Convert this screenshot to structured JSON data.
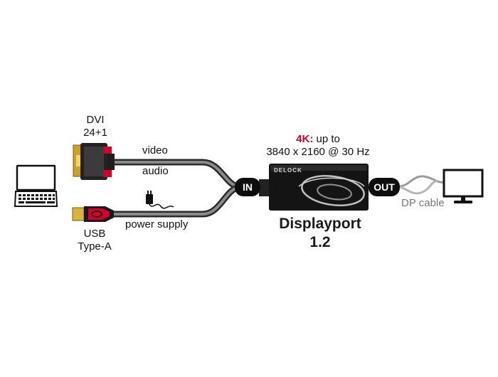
{
  "connectors": {
    "dvi_label_line1": "DVI",
    "dvi_label_line2": "24+1",
    "usb_label_line1": "USB",
    "usb_label_line2": "Type-A"
  },
  "signals": {
    "video": "video",
    "audio": "audio",
    "power_supply": "power supply"
  },
  "ports": {
    "in": "IN",
    "out": "OUT"
  },
  "device": {
    "brand": "DELOCK",
    "spec_prefix": "4K:",
    "spec_suffix": "up to",
    "resolution": "3840 x 2160 @ 30 Hz",
    "name_line1": "Displayport",
    "name_line2": "1.2"
  },
  "output": {
    "cable": "DP cable"
  },
  "colors": {
    "accent": "#d2002a",
    "cable": "#3a3a3a",
    "box": "#141414"
  },
  "icons": [
    "laptop-icon",
    "monitor-icon",
    "power-plug-icon",
    "dvi-connector-icon",
    "usb-connector-icon"
  ]
}
